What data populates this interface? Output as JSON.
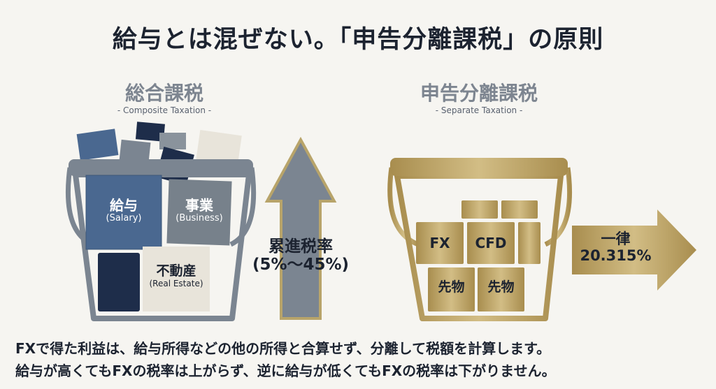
{
  "title": "給与とは混ぜない。「申告分離課税」の原則",
  "left": {
    "heading": "総合課税",
    "subheading": "- Composite Taxation -",
    "items": [
      {
        "jp": "給与",
        "en": "(Salary)"
      },
      {
        "jp": "事業",
        "en": "(Business)"
      },
      {
        "jp": "不動産",
        "en": "(Real Estate)"
      }
    ],
    "arrow_label": "累進税率",
    "arrow_range": "(5%〜45%)"
  },
  "right": {
    "heading": "申告分離課税",
    "subheading": "- Separate Taxation -",
    "items": [
      "FX",
      "CFD",
      "先物",
      "先物"
    ],
    "arrow_label": "一律",
    "arrow_rate": "20.315%"
  },
  "description": [
    "FXで得た利益は、給与所得などの他の所得と合算せず、分離して税額を計算します。",
    "給与が高くてもFXの税率は上がらず、逆に給与が低くてもFXの税率は下がりません。"
  ],
  "colors": {
    "gold": "#b59a5a",
    "gray": "#7b8591",
    "navy": "#1e2d4a",
    "blue": "#4a6890",
    "beige": "#e8e4da"
  }
}
